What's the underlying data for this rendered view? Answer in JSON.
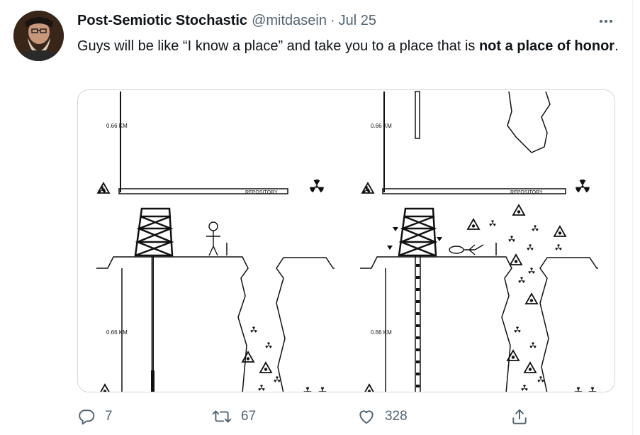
{
  "tweet": {
    "author": {
      "display_name": "Post-Semiotic Stochastic",
      "handle": "@mitdasein",
      "separator": "·",
      "date": "Jul 25"
    },
    "text": {
      "prefix": "Guys will be like “I know a place” and take you to a place that is ",
      "bold": "not a place of honor",
      "suffix": "."
    },
    "media": {
      "left_panel": {
        "top_label": "0.66 KM",
        "bottom_label": "0.66 KM",
        "repository_label": "REPOSITORY"
      },
      "right_panel": {
        "top_label": "0.66 KM",
        "bottom_label": "0.66 KM",
        "repository_label": "REPOSITORY"
      }
    },
    "actions": {
      "reply_count": "7",
      "retweet_count": "67",
      "like_count": "328"
    },
    "icons": {
      "more": "more-options-icon",
      "reply": "reply-icon",
      "retweet": "retweet-icon",
      "like": "heart-icon",
      "share": "share-icon",
      "trefoil": "radiation-trefoil-icon",
      "warning": "warning-triangle-icon"
    },
    "colors": {
      "text": "#0f1419",
      "secondary": "#536471",
      "border": "#cfd9de"
    }
  }
}
